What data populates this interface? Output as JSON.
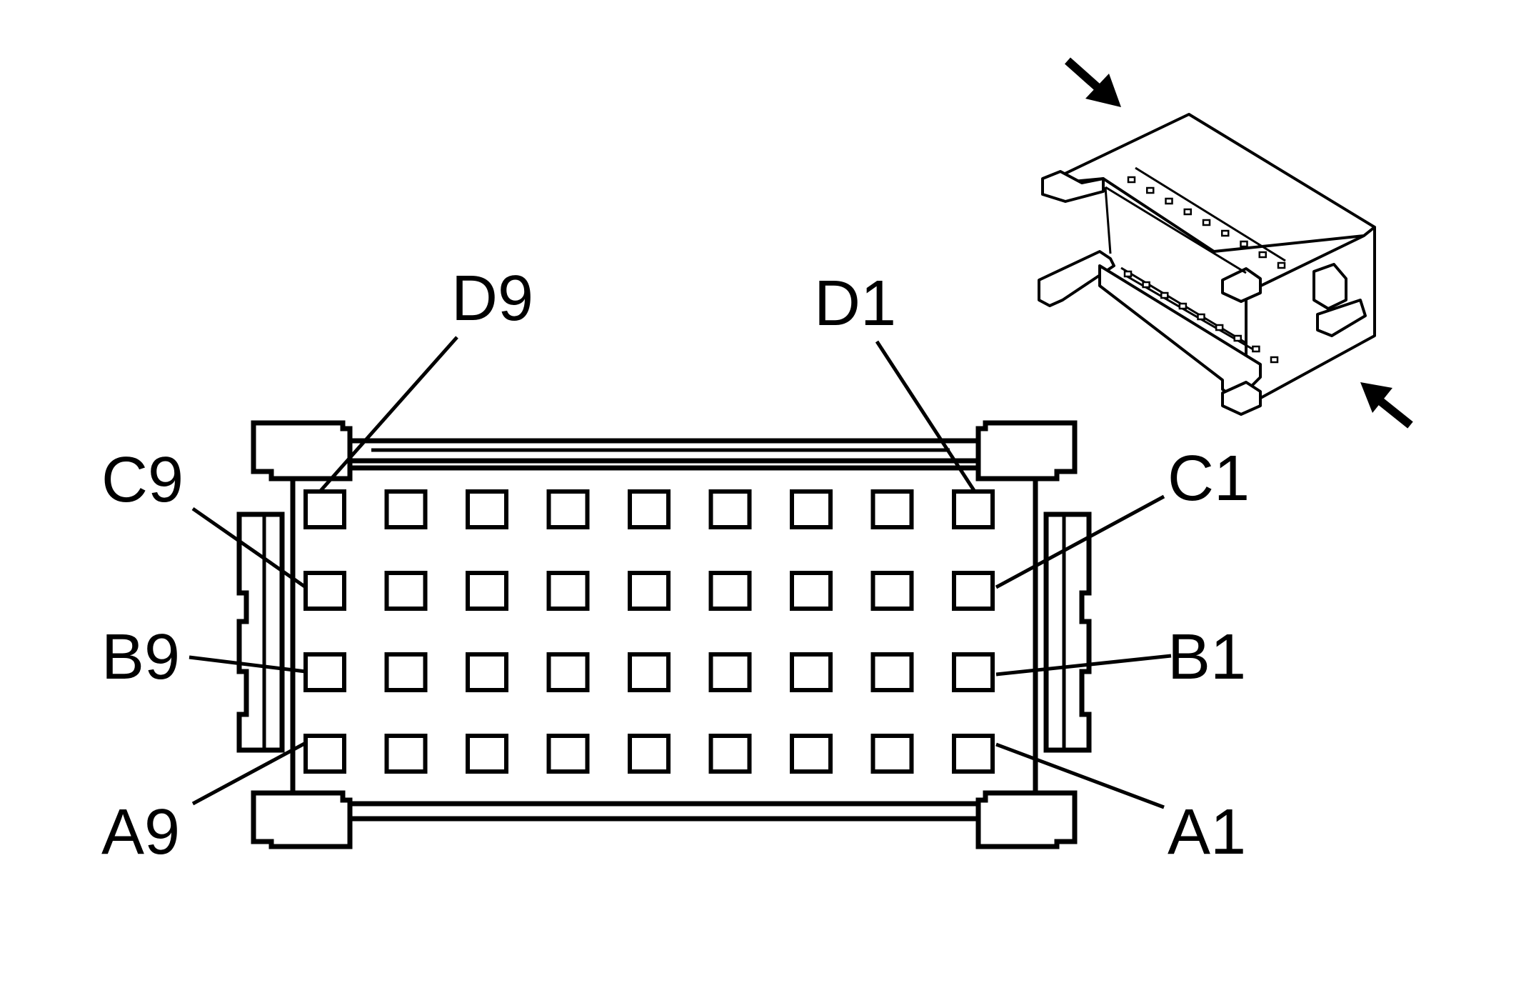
{
  "connector": {
    "rows": [
      "A",
      "B",
      "C",
      "D"
    ],
    "columns": 9,
    "callouts": {
      "d9": "D9",
      "d1": "D1",
      "c9": "C9",
      "c1": "C1",
      "b9": "B9",
      "b1": "B1",
      "a9": "A9",
      "a1": "A1"
    }
  },
  "inset": {
    "view": "isometric connector view",
    "arrow_count": 2
  }
}
